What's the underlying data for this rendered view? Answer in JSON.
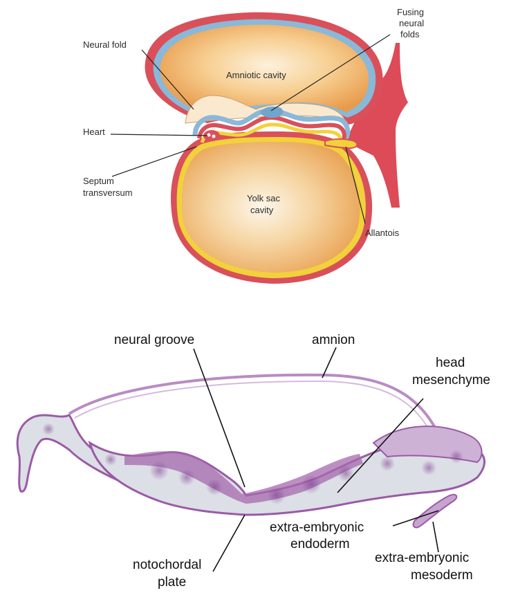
{
  "top_diagram": {
    "labels": {
      "neural_fold": "Neural fold",
      "fusing_neural_folds": [
        "Fusing",
        "neural",
        "folds"
      ],
      "amniotic_cavity": "Amniotic cavity",
      "heart": "Heart",
      "septum_transversum": [
        "Septum",
        "transversum"
      ],
      "yolk_sac_cavity": [
        "Yolk sac",
        "cavity"
      ],
      "allantois": "Allantois"
    },
    "colors": {
      "ectoderm_blue": "#8ab8d8",
      "mesoderm_red": "#d9505a",
      "endoderm_yellow": "#f2d23a",
      "cavity_fill": "#f0b86a",
      "cavity_light": "#fbe6c4"
    }
  },
  "bottom_micrograph": {
    "labels": {
      "neural_groove": "neural groove",
      "amnion": "amnion",
      "head_mesenchyme": [
        "head",
        "mesenchyme"
      ],
      "extra_embryonic_endoderm": [
        "extra-embryonic",
        "endoderm"
      ],
      "notochordal_plate": [
        "notochordal",
        "plate"
      ],
      "extra_embryonic_mesoderm": [
        "extra-embryonic",
        "mesoderm"
      ]
    },
    "colors": {
      "tissue_purple": "#9a5aa6",
      "tissue_light": "#dcdfe6",
      "membrane_purple": "#b98bc4"
    }
  }
}
